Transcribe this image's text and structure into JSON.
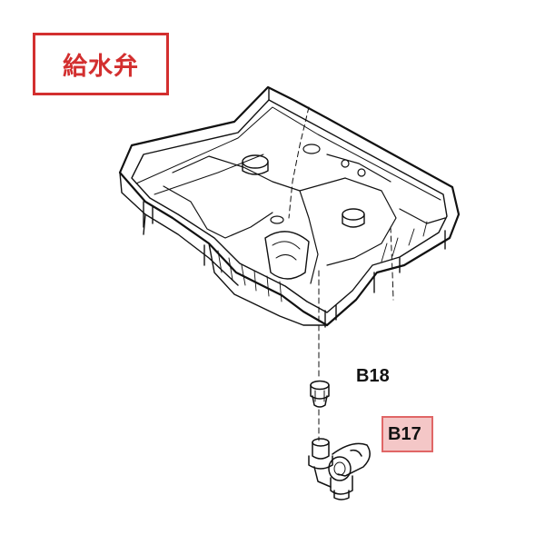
{
  "title": "給水弁",
  "parts": [
    {
      "code": "B18",
      "highlighted": false
    },
    {
      "code": "B17",
      "highlighted": true
    }
  ],
  "colors": {
    "title_accent": "#d32f2f",
    "highlight_fill": "#f4c7c7",
    "highlight_border": "#e06666",
    "line": "#111111"
  }
}
